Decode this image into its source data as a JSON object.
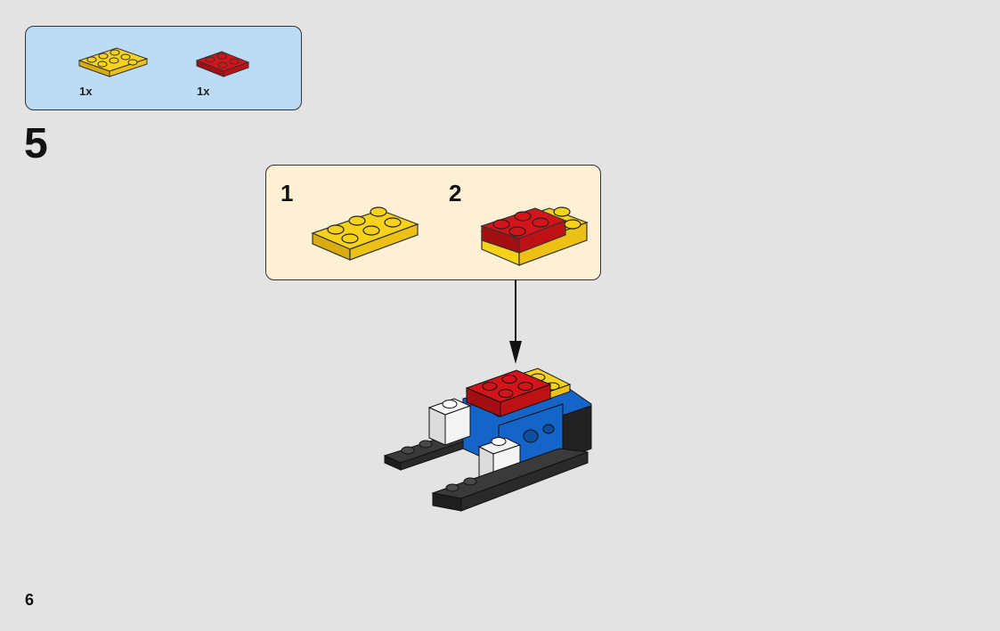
{
  "parts_list": {
    "items": [
      {
        "color": "#f6d21a",
        "name": "yellow-plate-2x3",
        "qty": "1x"
      },
      {
        "color": "#d4141a",
        "name": "red-plate-2x2",
        "qty": "1x"
      }
    ]
  },
  "step": {
    "number": "5"
  },
  "substeps": [
    {
      "number": "1"
    },
    {
      "number": "2"
    }
  ],
  "colors": {
    "yellow": "#f6d21a",
    "red": "#d4141a",
    "blue": "#1565c8",
    "black": "#2a2a2a",
    "white": "#f4f4f4"
  },
  "page": {
    "number": "6"
  }
}
